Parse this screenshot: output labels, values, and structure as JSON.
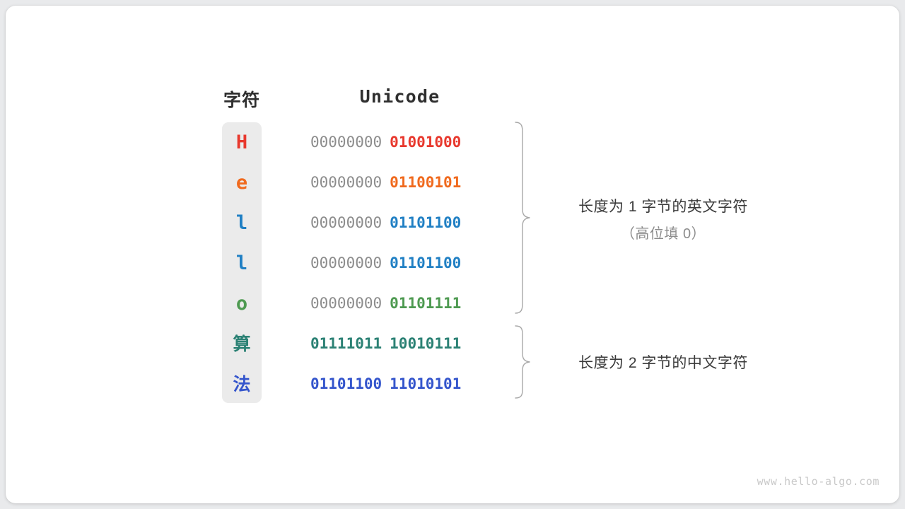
{
  "card": {
    "background": "#ffffff",
    "page_background": "#e9eaec"
  },
  "headers": {
    "char": "字符",
    "unicode": "Unicode"
  },
  "rows": [
    {
      "char": "H",
      "char_color": "#e8392e",
      "script": "latin",
      "high_byte": "00000000",
      "low_byte": "01001000",
      "high_colored": false,
      "byte_color": "#e8392e"
    },
    {
      "char": "e",
      "char_color": "#f06a1e",
      "script": "latin",
      "high_byte": "00000000",
      "low_byte": "01100101",
      "high_colored": false,
      "byte_color": "#f06a1e"
    },
    {
      "char": "l",
      "char_color": "#2180c4",
      "script": "latin",
      "high_byte": "00000000",
      "low_byte": "01101100",
      "high_colored": false,
      "byte_color": "#2180c4"
    },
    {
      "char": "l",
      "char_color": "#2180c4",
      "script": "latin",
      "high_byte": "00000000",
      "low_byte": "01101100",
      "high_colored": false,
      "byte_color": "#2180c4"
    },
    {
      "char": "o",
      "char_color": "#4e9a51",
      "script": "latin",
      "high_byte": "00000000",
      "low_byte": "01101111",
      "high_colored": false,
      "byte_color": "#4e9a51"
    },
    {
      "char": "算",
      "char_color": "#2b8174",
      "script": "han",
      "high_byte": "01111011",
      "low_byte": "10010111",
      "high_colored": true,
      "byte_color": "#2b8174"
    },
    {
      "char": "法",
      "char_color": "#3455cc",
      "script": "han",
      "high_byte": "01101100",
      "low_byte": "11010101",
      "high_colored": true,
      "byte_color": "#3455cc"
    }
  ],
  "annotations": [
    {
      "main": "长度为 1 字节的英文字符",
      "sub": "（高位填 0）",
      "main_color": "#3a3a3a",
      "sub_color": "#8c8c8c"
    },
    {
      "main": "长度为 2 字节的中文字符",
      "sub": "",
      "main_color": "#3a3a3a",
      "sub_color": "#8c8c8c"
    }
  ],
  "brace_color": "#a8a8a8",
  "watermark": "www.hello-algo.com"
}
